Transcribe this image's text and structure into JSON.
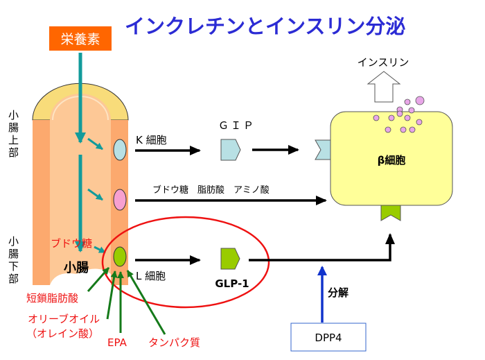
{
  "title": "インクレチンとインスリン分泌",
  "nutrient_box": {
    "label": "栄養素",
    "bg_color": "#ff6600"
  },
  "side_labels": {
    "upper": [
      "小",
      "腸",
      "上",
      "部"
    ],
    "lower": [
      "小",
      "腸",
      "下",
      "部"
    ]
  },
  "intestine": {
    "label": "小腸",
    "glucose_label": "ブドウ糖"
  },
  "k_cell": {
    "label": "K 細胞",
    "hormone": "ＧＩＰ",
    "color": "#b8e0e4"
  },
  "middle_path": {
    "label": "ブドウ糖　脂肪酸　アミノ酸",
    "cell_color": "#f7a0d0"
  },
  "l_cell": {
    "label": "L 細胞",
    "hormone": "GLP-1",
    "color": "#99cc00"
  },
  "stimuli": [
    "短鎖脂肪酸",
    "オリーブオイル",
    "（オレイン酸）",
    "EPA",
    "タンパク質"
  ],
  "beta_cell": {
    "label": "β細胞",
    "color": "#ffff99"
  },
  "insulin_label": "インスリン",
  "degradation_label": "分解",
  "dpp4_label": "DPP4",
  "colors": {
    "teal_arrow": "#129b9b",
    "green_arrow": "#157a1a",
    "blue_arrow": "#1133cc",
    "ellipse_red": "#ee1111",
    "vesicle": "#e8a6e8"
  }
}
